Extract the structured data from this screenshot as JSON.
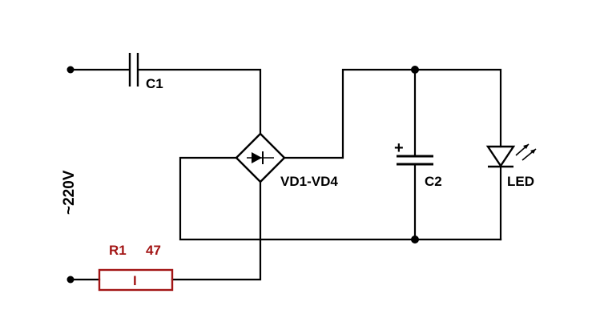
{
  "labels": {
    "c1": "C1",
    "c2": "C2",
    "bridge": "VD1-VD4",
    "led": "LED",
    "supply": "~220V",
    "r1": "R1",
    "r1_value": "47",
    "resistor_mark": "I",
    "polarity": "+"
  },
  "colors": {
    "wire": "#000000",
    "resistor": "#a31515",
    "background": "#ffffff"
  },
  "icons": {
    "capacitor": "capacitor-icon",
    "electrolytic_capacitor": "electrolytic-capacitor-icon",
    "diode_bridge": "diode-bridge-icon",
    "led": "led-icon",
    "resistor": "resistor-icon"
  }
}
